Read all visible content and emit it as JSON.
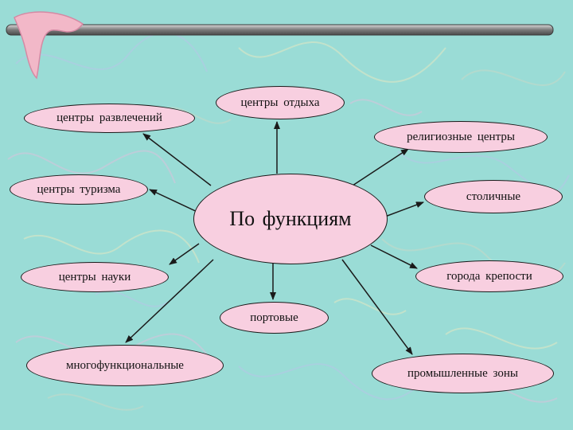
{
  "colors": {
    "background": "#9adcd6",
    "node_fill": "#f8cfe0",
    "outline": "#1a1a1a",
    "bar": "#8a8a8a",
    "logo": "#f2b8c8"
  },
  "icons": {
    "logo": "boomerang-logo"
  },
  "diagram": {
    "center": "По функциям",
    "nodes": {
      "entertainment": "центры развлечений",
      "rest": "центры отдыха",
      "religious": "религиозные центры",
      "tourism": "центры туризма",
      "capital": "столичные",
      "science": "центры науки",
      "fortress": "города крепости",
      "port": "портовые",
      "multifunctional": "многофункциональные",
      "industrial": "промышленные зоны"
    }
  }
}
